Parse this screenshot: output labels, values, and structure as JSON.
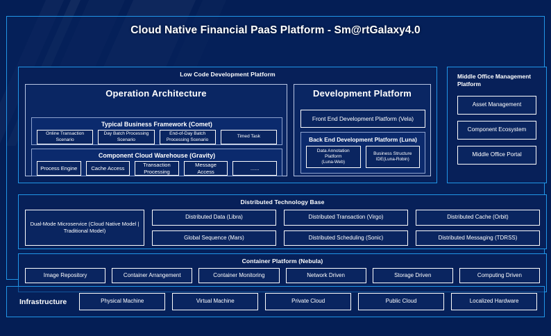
{
  "page": {
    "title": "Cloud Native Financial PaaS Platform - Sm@rtGalaxy4.0",
    "background_color": "#041e55",
    "accent_color": "#2196e8",
    "panel_color": "#0a2663",
    "text_color": "#ffffff"
  },
  "low_code": {
    "title": "Low Code Development Platform",
    "operation_architecture": {
      "title": "Operation Architecture",
      "typical_business_framework": {
        "title": "Typical Business Framework (Comet)",
        "items": [
          "Online Transaction Scenario",
          "Day Batch Processing Scenario",
          "End-of-Day Batch Processing Scenario",
          "Timed Task"
        ]
      },
      "component_cloud_warehouse": {
        "title": "Component Cloud Warehouse (Gravity)",
        "items": [
          "Process Engine",
          "Cache Access",
          "Transaction Processing",
          "Message Access",
          "......"
        ]
      }
    },
    "development_platform": {
      "title": "Development Platform",
      "front_end": "Front End Development Platform (Vela)",
      "back_end": {
        "title": "Back End Development Platform (Luna)",
        "items": [
          {
            "name": "Data Annotation Platform",
            "sub": "(Luna-Web)"
          },
          {
            "name": "Business Structure",
            "sub": "IDE(Luna-Robin)"
          }
        ]
      }
    }
  },
  "middle_office": {
    "title": "Middle Office Management Platform",
    "items": [
      "Asset Management",
      "Component Ecosystem",
      "Middle Office Portal"
    ]
  },
  "distributed_technology_base": {
    "title": "Distributed Technology Base",
    "dual_mode": "Dual-Mode Microservice (Cloud Native Model | Traditional Model)",
    "columns": [
      [
        "Distributed Data (Libra)",
        "Global Sequence (Mars)"
      ],
      [
        "Distributed Transaction (Virgo)",
        "Distributed Scheduling (Sonic)"
      ],
      [
        "Distributed Cache (Orbit)",
        "Distributed Messaging (TDRSS)"
      ]
    ]
  },
  "container_platform": {
    "title": "Container Platform (Nebula)",
    "items": [
      "Image Repository",
      "Container Arrangement",
      "Container Monitoring",
      "Network Driven",
      "Storage Driven",
      "Computing Driven"
    ]
  },
  "infrastructure": {
    "label": "Infrastructure",
    "items": [
      "Physical Machine",
      "Virtual Machine",
      "Private Cloud",
      "Public Cloud",
      "Localized Hardware"
    ]
  }
}
